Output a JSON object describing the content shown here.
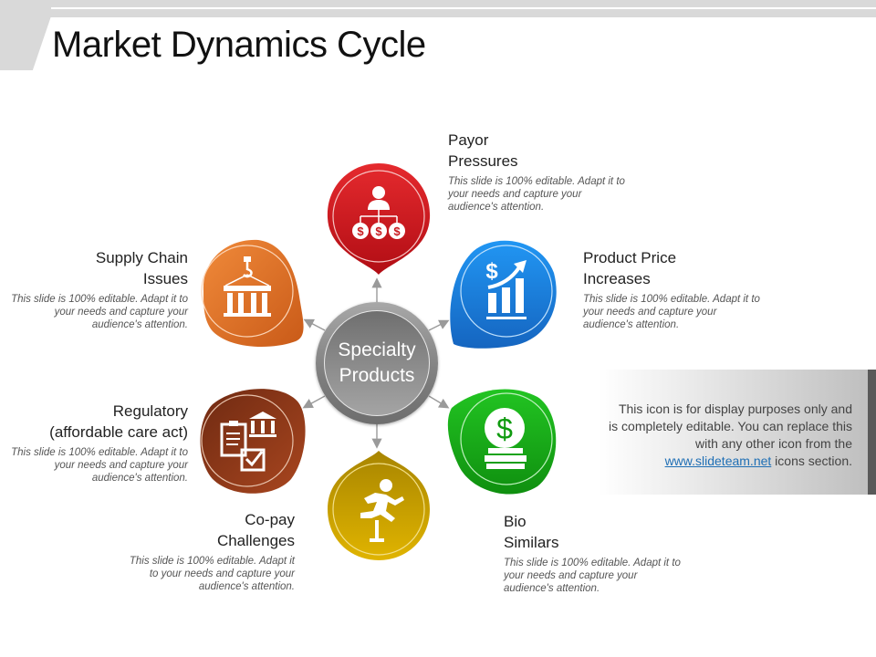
{
  "title": "Market Dynamics Cycle",
  "center": {
    "line1": "Specialty",
    "line2": "Products",
    "color": "#8a8a8a"
  },
  "nodes": [
    {
      "id": "payor-pressures",
      "title_line1": "Payor",
      "title_line2": "Pressures",
      "description": "This slide is 100% editable. Adapt it to your needs and capture your audience's attention.",
      "icon": "org-chart-dollar-icon",
      "color": "#d0121b"
    },
    {
      "id": "product-price-increases",
      "title_line1": "Product Price",
      "title_line2": "Increases",
      "description": "This slide is 100% editable. Adapt it to your needs and capture your audience's attention.",
      "icon": "dollar-growth-chart-icon",
      "color": "#1e88e5"
    },
    {
      "id": "bio-similars",
      "title_line1": "Bio",
      "title_line2": "Similars",
      "description": "This slide is 100% editable. Adapt it to your needs and capture your audience's attention.",
      "icon": "dollar-coin-stack-icon",
      "color": "#14a314"
    },
    {
      "id": "co-pay-challenges",
      "title_line1": "Co-pay",
      "title_line2": "Challenges",
      "description": "This slide is 100% editable. Adapt it to your needs and capture your audience's attention.",
      "icon": "hurdle-runner-icon",
      "color": "#c9a000"
    },
    {
      "id": "regulatory",
      "title_line1": "Regulatory",
      "title_line2": "(affordable care act)",
      "description": "This slide is 100% editable. Adapt it to your needs and capture your audience's attention.",
      "icon": "clipboard-bank-check-icon",
      "color": "#8b3a1a"
    },
    {
      "id": "supply-chain-issues",
      "title_line1": "Supply Chain",
      "title_line2": "Issues",
      "description": "This slide is 100% editable. Adapt it to your needs and capture your audience's attention.",
      "icon": "crane-building-icon",
      "color": "#e06d24"
    }
  ],
  "callout": {
    "text_before": "This icon is for display purposes only and is completely editable. You can replace this with any other icon from the",
    "link_text": "www.slideteam.net",
    "text_after": "icons section."
  }
}
